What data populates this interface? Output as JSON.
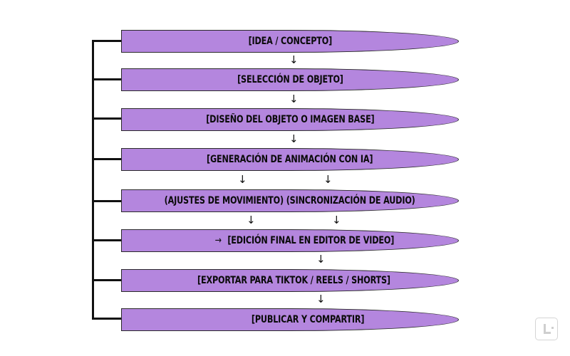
{
  "colors": {
    "box_fill": "#b486de",
    "border": "#2a2a2a",
    "text": "#0b0b0b",
    "bracket": "#111111"
  },
  "steps": [
    {
      "label": "[IDEA / CONCEPTO]"
    },
    {
      "label": "[SELECCIÓN DE OBJETO]"
    },
    {
      "label": "[DISEÑO DEL OBJETO O IMAGEN BASE]"
    },
    {
      "label": "[GENERACIÓN DE ANIMACIÓN CON IA]"
    },
    {
      "label": "(AJUSTES DE MOVIMIENTO) (SINCRONIZACIÓN DE AUDIO)"
    },
    {
      "label": "[EDICIÓN FINAL EN EDITOR DE VIDEO]",
      "prefix": "→"
    },
    {
      "label": "[EXPORTAR PARA TIKTOK / REELS / SHORTS]"
    },
    {
      "label": "[PUBLICAR Y COMPARTIR]"
    }
  ],
  "arrows": {
    "down": "↓"
  },
  "logo": {
    "icon": "logo-icon"
  }
}
